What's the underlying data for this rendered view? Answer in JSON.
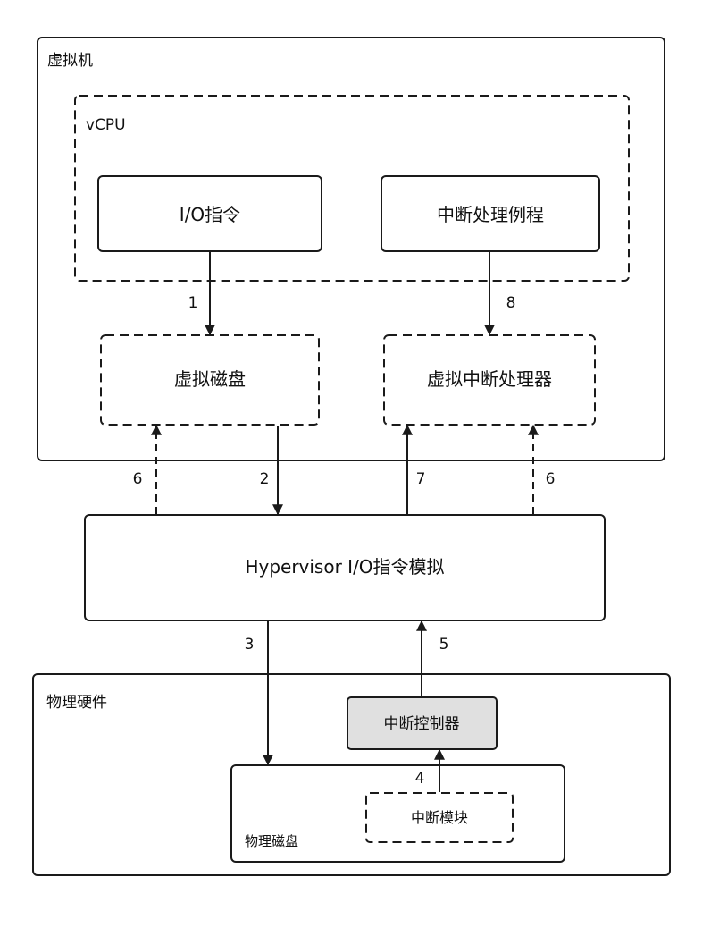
{
  "colors": {
    "stroke": "#1a1a1a",
    "interrupt_controller_fill": "#e0e0e0",
    "background": "#ffffff"
  },
  "groups": {
    "vm": "虚拟机",
    "vcpu": "vCPU",
    "hardware": "物理硬件",
    "physical_disk": "物理磁盘"
  },
  "nodes": {
    "io_instruction": "I/O指令",
    "interrupt_routine": "中断处理例程",
    "virtual_disk": "虚拟磁盘",
    "virtual_interrupt_handler": "虚拟中断处理器",
    "hypervisor": "Hypervisor I/O指令模拟",
    "interrupt_controller": "中断控制器",
    "interrupt_module": "中断模块"
  },
  "steps": {
    "s1": "1",
    "s2": "2",
    "s3": "3",
    "s4": "4",
    "s5": "5",
    "s6a": "6",
    "s6b": "6",
    "s7": "7",
    "s8": "8"
  }
}
